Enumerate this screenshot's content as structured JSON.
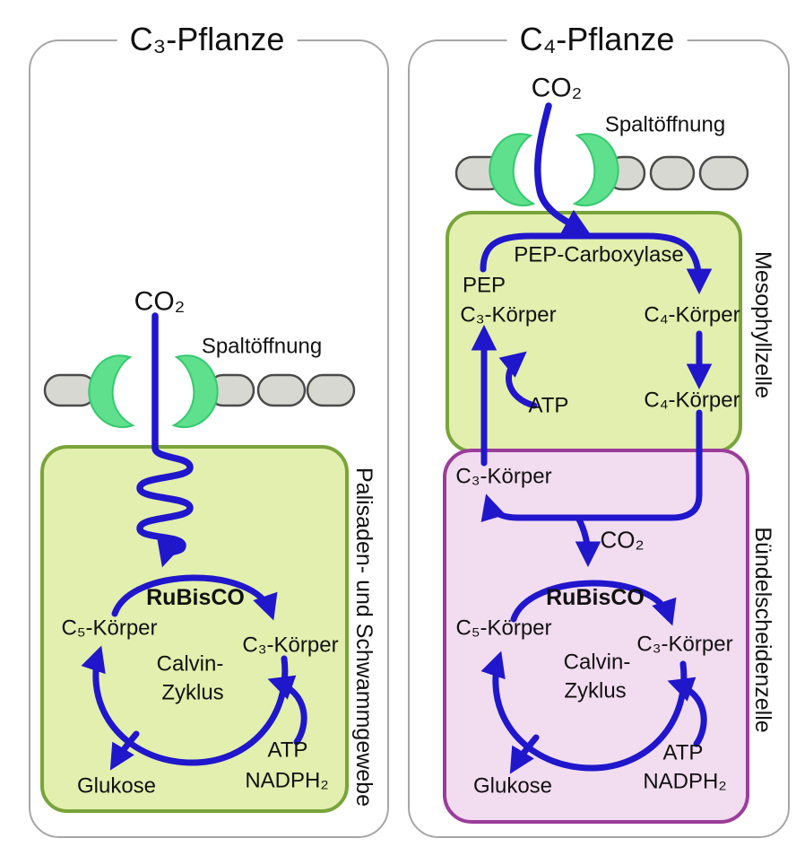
{
  "panels": {
    "left": {
      "title": "C₃-Pflanze",
      "co2": "CO₂",
      "stoma_label": "Spaltöffnung",
      "tissue_label": "Palisaden- und Schwammgewebe",
      "cycle": {
        "enzyme": "RuBisCO",
        "c5": "C₅-Körper",
        "c3": "C₃-Körper",
        "name1": "Calvin-",
        "name2": "Zyklus",
        "atp": "ATP",
        "nadph": "NADPH₂",
        "product": "Glukose"
      }
    },
    "right": {
      "title": "C₄-Pflanze",
      "co2": "CO₂",
      "stoma_label": "Spaltöffnung",
      "mesophyll": {
        "cell_label": "Mesophyllzelle",
        "enzyme": "PEP-Carboxylase",
        "pep": "PEP",
        "c3": "C₃-Körper",
        "c4_upper": "C₄-Körper",
        "c4_lower": "C₄-Körper",
        "atp": "ATP"
      },
      "bundle": {
        "cell_label": "Bündelscheidenzelle",
        "c3_import": "C₃-Körper",
        "co2_released": "CO₂",
        "cycle": {
          "enzyme": "RuBisCO",
          "c5": "C₅-Körper",
          "c3": "C₃-Körper",
          "name1": "Calvin-",
          "name2": "Zyklus",
          "atp": "ATP",
          "nadph": "NADPH₂",
          "product": "Glukose"
        }
      }
    }
  },
  "colors": {
    "arrow_blue": "#2016cc",
    "cell_green_fill": "#e2efae",
    "cell_green_border": "#79a43a",
    "bundle_pink_fill": "#f2dcf0",
    "bundle_pink_border": "#9b3d9b",
    "guard_cell_green": "#5fe08c",
    "guard_cell_border": "#35c96f",
    "epidermis_gray": "#d8d8d3",
    "epidermis_border": "#4a4a4a",
    "panel_border_gray": "#a6a6a6"
  }
}
